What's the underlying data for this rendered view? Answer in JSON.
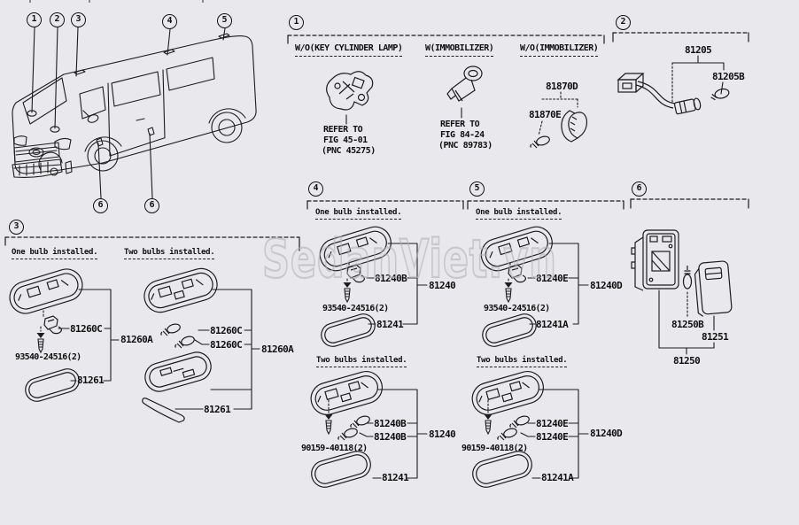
{
  "watermark": "SedanViet.vn",
  "callouts": {
    "c1": "1",
    "c2": "2",
    "c3": "3",
    "c4": "4",
    "c5": "5",
    "c6a": "6",
    "c6b": "6"
  },
  "sections": {
    "s1": {
      "num": "1",
      "v1": {
        "title": "W/O(KEY CYLINDER LAMP)",
        "note1": "REFER TO",
        "note2": "FIG 45-01",
        "note3": "(PNC 45275)"
      },
      "v2": {
        "title": "W(IMMOBILIZER)",
        "note1": "REFER TO",
        "note2": "FIG 84-24",
        "note3": "(PNC 89783)"
      },
      "v3": {
        "title": "W/O(IMMOBILIZER)",
        "housing": "81870D",
        "bulb": "81870E"
      }
    },
    "s2": {
      "num": "2",
      "harness": "81205",
      "bulb": "81205B"
    },
    "s3": {
      "num": "3",
      "one": {
        "heading": "One bulb installed.",
        "socket": "81260C",
        "assy": "81260A",
        "screw": "93540-24516(2)",
        "lens": "81261"
      },
      "two": {
        "heading": "Two bulbs installed.",
        "bulb1": "81260C",
        "bulb2": "81260C",
        "assy": "81260A",
        "lens": "81261"
      }
    },
    "s4": {
      "num": "4",
      "one": {
        "heading": "One bulb installed.",
        "socket": "81240B",
        "assy": "81240",
        "screw": "93540-24516(2)",
        "lens": "81241"
      },
      "two": {
        "heading": "Two bulbs installed.",
        "bulb1": "81240B",
        "bulb2": "81240B",
        "assy": "81240",
        "screw": "90159-40118(2)",
        "lens": "81241"
      }
    },
    "s5": {
      "num": "5",
      "one": {
        "heading": "One bulb installed.",
        "socket": "81240E",
        "assy": "81240D",
        "screw": "93540-24516(2)",
        "lens": "81241A"
      },
      "two": {
        "heading": "Two bulbs installed.",
        "bulb1": "81240E",
        "bulb2": "81240E",
        "assy": "81240D",
        "screw": "90159-40118(2)",
        "lens": "81241A"
      }
    },
    "s6": {
      "num": "6",
      "bulb": "81250B",
      "lens": "81251",
      "assy": "81250"
    }
  }
}
